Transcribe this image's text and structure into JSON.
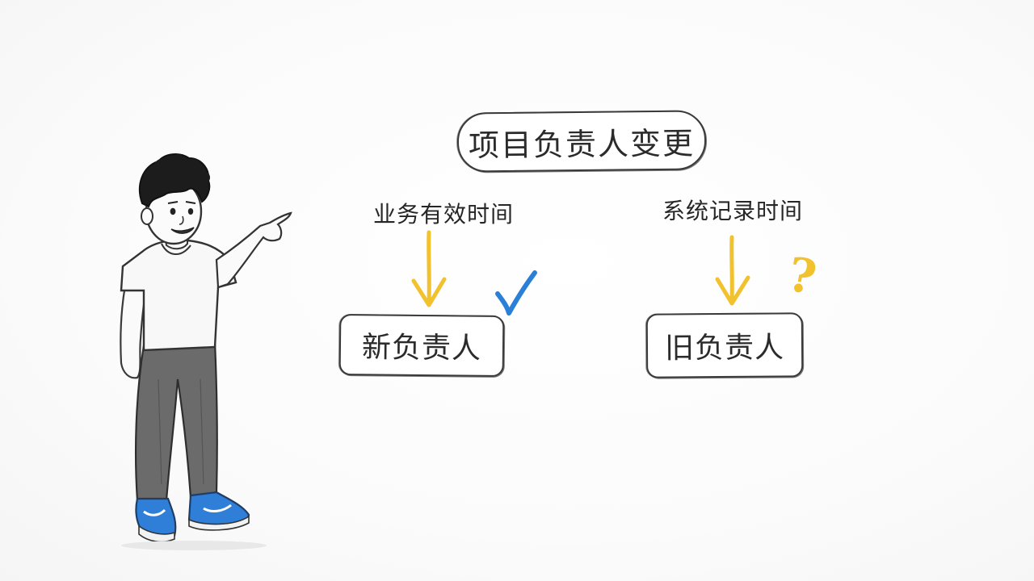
{
  "diagram": {
    "title": "项目负责人变更",
    "branches": [
      {
        "label": "业务有效时间",
        "result": "新负责人",
        "marker_icon": "checkmark-icon"
      },
      {
        "label": "系统记录时间",
        "result": "旧负责人",
        "marker_text": "?",
        "marker_icon": "question-mark-icon"
      }
    ]
  },
  "colors": {
    "arrow": "#f2c12e",
    "check": "#2a7fd6",
    "question": "#f2c12e",
    "outline": "#3a3a3a",
    "shoe": "#2f7fd8",
    "pants": "#6b6b6b"
  }
}
